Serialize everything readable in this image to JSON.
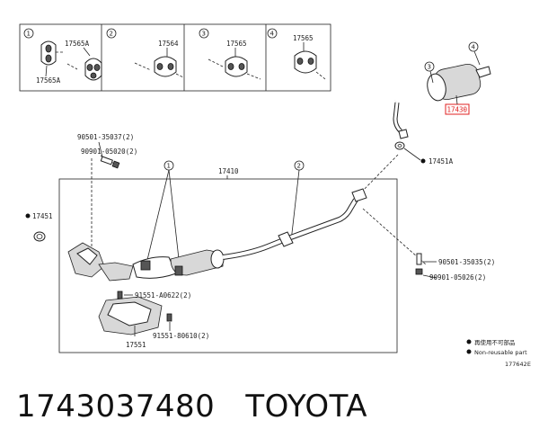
{
  "inset_boxes": [
    {
      "num": "1",
      "labels": [
        "17565A",
        "17565A"
      ]
    },
    {
      "num": "2",
      "labels": [
        "17564"
      ]
    },
    {
      "num": "3",
      "labels": [
        "17565"
      ]
    },
    {
      "num": "4",
      "labels": [
        "17565"
      ]
    }
  ],
  "muffler_callouts": {
    "circle_3": "3",
    "circle_4": "4",
    "part": "17430"
  },
  "labels": {
    "bolt_a": "90501-35037(2)",
    "nut_a": "90901-05020(2)",
    "assembly": "17410",
    "gasket_left": "17451",
    "gasket_right": "17451A",
    "stud_b": "90501-35035(2)",
    "nut_b": "90901-05026(2)",
    "bolt_c": "91551-A0622(2)",
    "bolt_d": "91551-80610(2)",
    "heat_shield": "17551",
    "callout_1": "1",
    "callout_2": "2"
  },
  "legend": {
    "line1": "再使用不可部品",
    "line2": "Non-reusable part"
  },
  "diagram_code": "177642E",
  "footer": {
    "part_number": "1743037480",
    "brand": "TOYOTA"
  }
}
